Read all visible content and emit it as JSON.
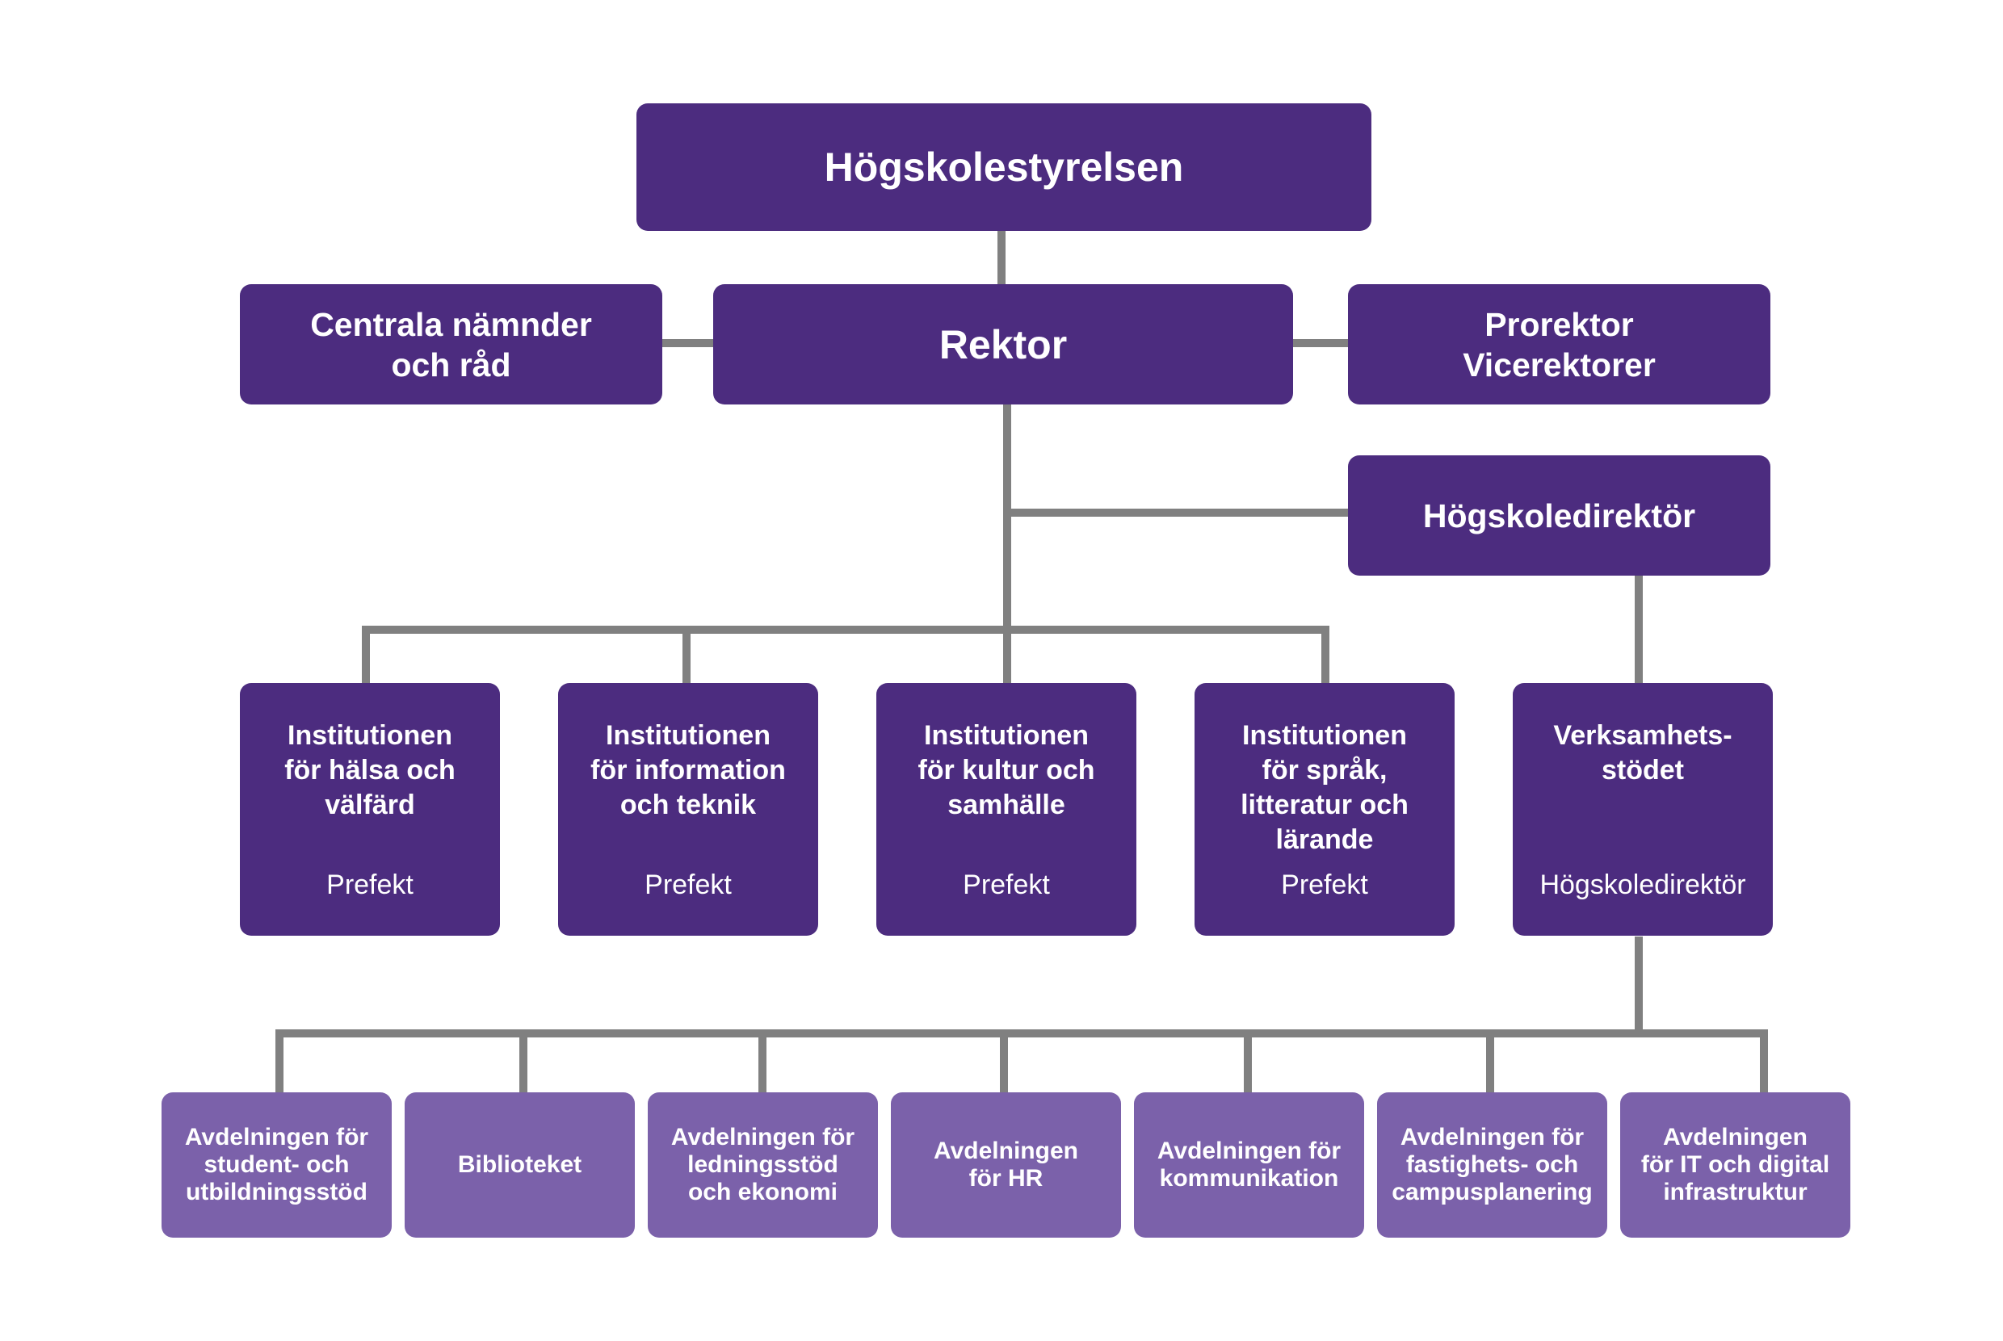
{
  "colors": {
    "dark": "#4c2c7f",
    "light": "#7b61aa",
    "line": "#808080"
  },
  "top": {
    "board": "Högskolestyrelsen"
  },
  "leadership": {
    "committees": "Centrala nämnder\noch råd",
    "rektor": "Rektor",
    "prorektor": "Prorektor\nVicerektorer",
    "director": "Högskoledirektör"
  },
  "units": [
    {
      "name": "Institutionen\nför hälsa och\nvälfärd",
      "head": "Prefekt"
    },
    {
      "name": "Institutionen\nför information\noch teknik",
      "head": "Prefekt"
    },
    {
      "name": "Institutionen\nför kultur och\nsamhälle",
      "head": "Prefekt"
    },
    {
      "name": "Institutionen\nför språk,\nlitteratur och\nlärande",
      "head": "Prefekt"
    },
    {
      "name": "Verksamhets-\nstödet",
      "head": "Högskoledirektör"
    }
  ],
  "departments": [
    "Avdelningen för\nstudent- och\nutbildningsstöd",
    "Biblioteket",
    "Avdelningen för\nledningsstöd\noch ekonomi",
    "Avdelningen\nför HR",
    "Avdelningen för\nkommunikation",
    "Avdelningen för\nfastighets- och\ncampusplanering",
    "Avdelningen\nför IT och digital\ninfrastruktur"
  ]
}
